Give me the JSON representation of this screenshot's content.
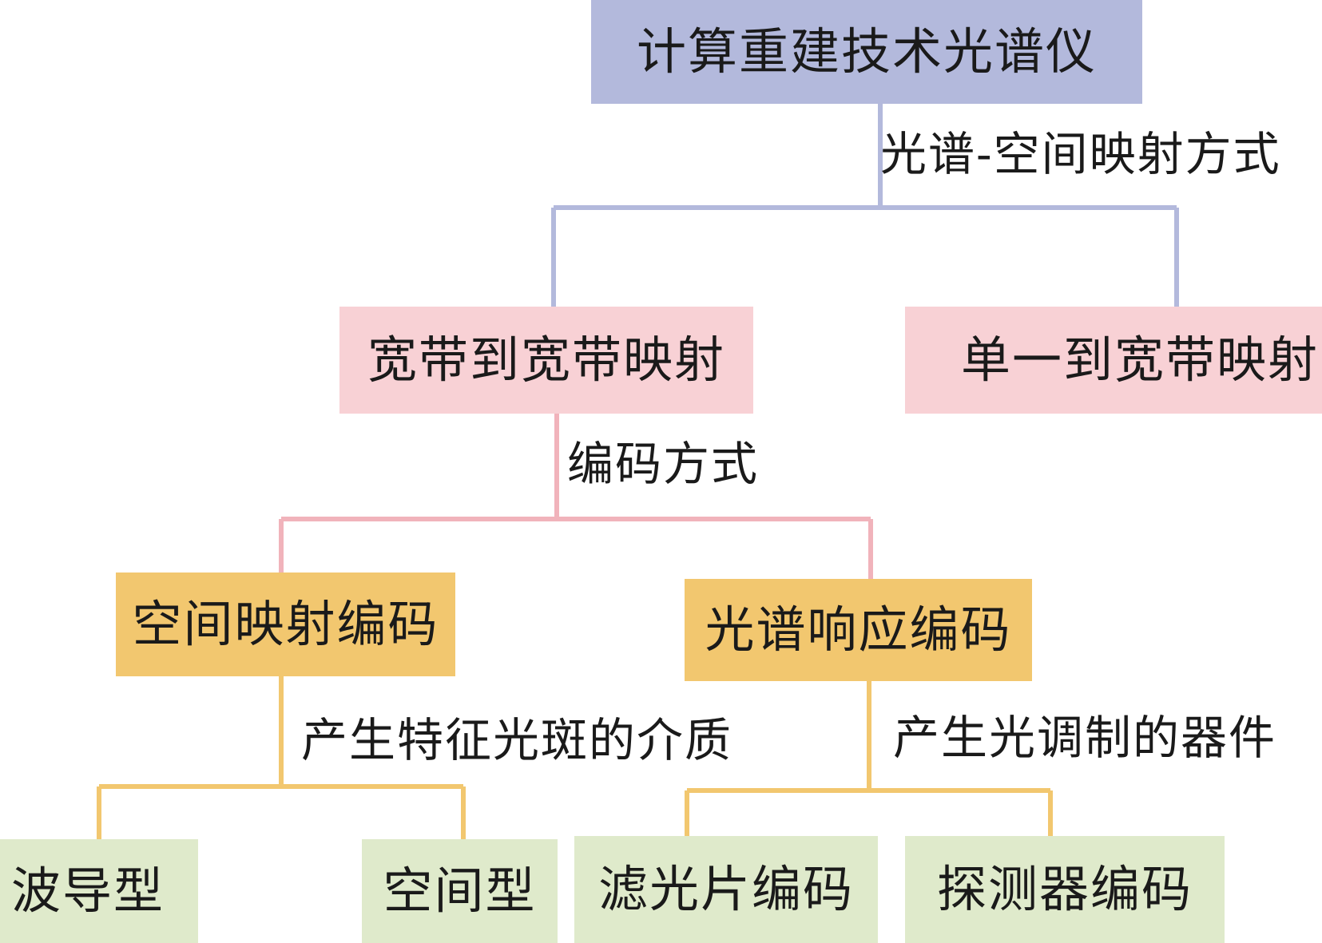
{
  "colors": {
    "level1_fill": "#b3b9dc",
    "level1_line": "#b3b9dc",
    "level2_fill": "#f8d1d5",
    "level2_line": "#f1b3bb",
    "level3_fill": "#f2c76f",
    "level3_line": "#f2c76f",
    "level4_fill": "#dfeacb"
  },
  "nodes": {
    "root": "计算重建技术光谱仪",
    "broadband_to_broadband": "宽带到宽带映射",
    "single_to_broadband": "单一到宽带映射",
    "spatial_mapping_coding": "空间映射编码",
    "spectral_response_coding": "光谱响应编码",
    "waveguide_type": "波导型",
    "spatial_type": "空间型",
    "filter_coding": "滤光片编码",
    "detector_coding": "探测器编码"
  },
  "edge_labels": {
    "spectral_spatial_mapping": "光谱-空间映射方式",
    "coding_method": "编码方式",
    "speckle_medium": "产生特征光斑的介质",
    "light_modulation_device": "产生光调制的器件"
  }
}
